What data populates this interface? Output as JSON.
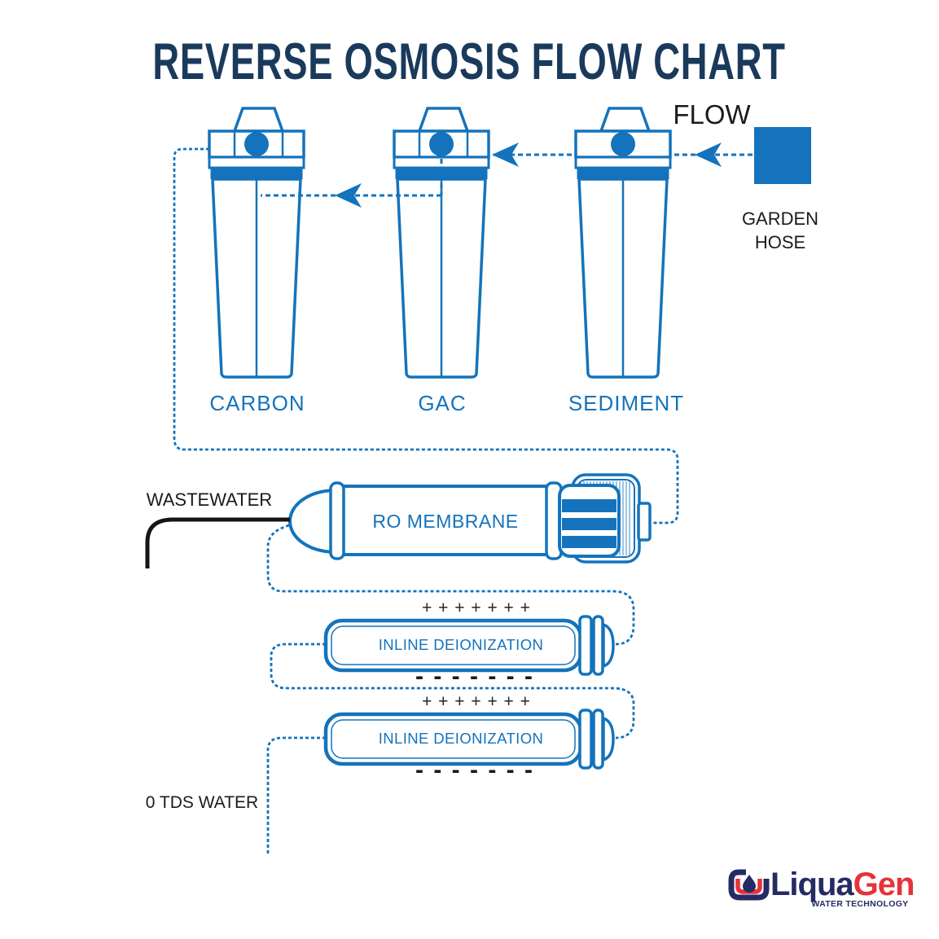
{
  "title": "REVERSE OSMOSIS FLOW CHART",
  "flow_label": "FLOW",
  "source": {
    "label_line1": "GARDEN",
    "label_line2": "HOSE"
  },
  "filters": {
    "carbon_label": "CARBON",
    "gac_label": "GAC",
    "sediment_label": "SEDIMENT"
  },
  "membrane": {
    "label": "RO MEMBRANE",
    "wastewater_label": "WASTEWATER"
  },
  "deionization": {
    "stage_label": "INLINE DEIONIZATION",
    "plus_row": "+ + + + + + +",
    "minus_row": "- - - - - - -"
  },
  "output": {
    "label": "0 TDS WATER"
  },
  "logo": {
    "name_part1": "Liqua",
    "name_part2": "Gen",
    "tagline": "WATER TECHNOLOGY"
  },
  "colors": {
    "diagram_blue": "#1473bc",
    "title_navy": "#1a3a5c",
    "text_black": "#1b1b1b",
    "logo_navy": "#252b63",
    "logo_red": "#e63238"
  }
}
